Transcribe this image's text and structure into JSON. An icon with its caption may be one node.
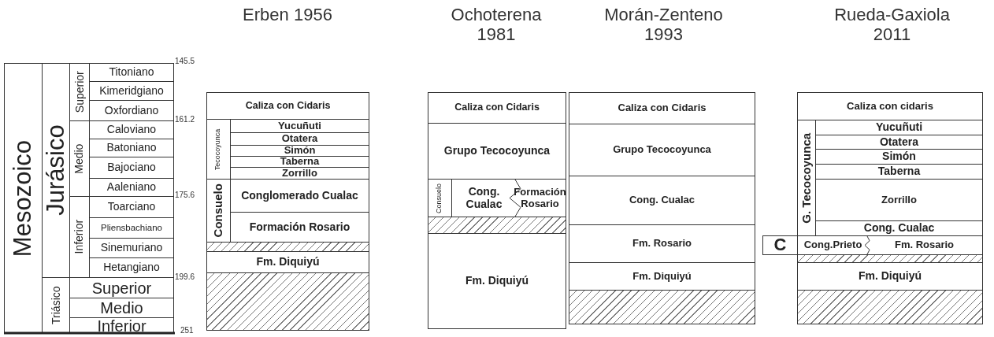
{
  "diagram": {
    "nodes": [
      {
        "text": [
          "Mesozoico"
        ]
      },
      {
        "text": [
          "Jurásico"
        ]
      },
      {
        "text": [
          "Superior"
        ]
      },
      {
        "text": [
          "Medio"
        ]
      },
      {
        "text": [
          "Inferior"
        ]
      },
      {
        "text": [
          "Titoniano"
        ]
      },
      {
        "text": [
          "Kimeridgiano"
        ]
      },
      {
        "text": [
          "Oxfordiano"
        ]
      },
      {
        "text": [
          "Caloviano"
        ]
      },
      {
        "text": [
          "Batoniano"
        ]
      },
      {
        "text": [
          "Bajociano"
        ]
      },
      {
        "text": [
          "Aaleniano"
        ]
      },
      {
        "text": [
          "Toarciano"
        ]
      },
      {
        "text": [
          "Pliensbachiano"
        ]
      },
      {
        "text": [
          "Sinemuriano"
        ]
      },
      {
        "text": [
          "Hetangiano"
        ]
      },
      {
        "text": [
          "Triásico"
        ]
      },
      {
        "text": [
          "Superior"
        ]
      },
      {
        "text": [
          "Medio"
        ]
      },
      {
        "text": [
          "Inferior"
        ]
      },
      {
        "text": [
          "Caliza con Cidaris"
        ]
      },
      {
        "text": [
          "Tecocoyunca"
        ]
      },
      {
        "text": [
          "Yucuñuti"
        ]
      },
      {
        "text": [
          "Otatera"
        ]
      },
      {
        "text": [
          "Simón"
        ]
      },
      {
        "text": [
          "Taberna"
        ]
      },
      {
        "text": [
          "Zorrillo"
        ]
      },
      {
        "text": [
          "Consuelo"
        ]
      },
      {
        "text": [
          "Conglomerado Cualac"
        ]
      },
      {
        "text": [
          "Formación Rosario"
        ]
      },
      {
        "text": [],
        "shape": "box"
      },
      {
        "text": [
          "Fm. Diquiyú"
        ]
      },
      {
        "text": [],
        "shape": "box"
      },
      {
        "text": [
          "Caliza con Cidaris"
        ]
      },
      {
        "text": [
          "Grupo Tecocoyunca"
        ]
      },
      {
        "text": [
          "Consuelo"
        ]
      },
      {
        "text": [
          "Cong. Cualac"
        ]
      },
      {
        "text": [
          "Formación Rosario"
        ]
      },
      {
        "text": [],
        "shape": "box"
      },
      {
        "text": [
          "Fm. Diquiyú"
        ]
      },
      {
        "text": [
          "Caliza con Cidaris"
        ]
      },
      {
        "text": [
          "Grupo Tecocoyunca"
        ]
      },
      {
        "text": [
          "Cong. Cualac"
        ]
      },
      {
        "text": [
          "Fm. Rosario"
        ]
      },
      {
        "text": [
          "Fm. Diquiyú"
        ]
      },
      {
        "text": [],
        "shape": "box"
      },
      {
        "text": [
          "Caliza con cidaris"
        ]
      },
      {
        "text": [
          "G. Tecocoyunca"
        ]
      },
      {
        "text": [
          "Yucuñuti"
        ]
      },
      {
        "text": [
          "Otatera"
        ]
      },
      {
        "text": [
          "Simón"
        ]
      },
      {
        "text": [
          "Taberna"
        ]
      },
      {
        "text": [
          "Zorrillo"
        ]
      },
      {
        "text": [
          "Cong. Cualac"
        ]
      },
      {
        "text": [
          "C"
        ]
      },
      {
        "text": [
          "Cong.Prieto"
        ]
      },
      {
        "text": [
          "Fm. Rosario"
        ]
      },
      {
        "text": [],
        "shape": "box"
      },
      {
        "text": [
          "Fm. Diquiyú"
        ]
      },
      {
        "text": [],
        "shape": "box"
      }
    ],
    "labels": [
      "Erben 1956",
      "Ochoterena 1981",
      "Morán-Zenteno 1993",
      "Rueda-Gaxiola 2011",
      "145.5",
      "161.2",
      "175.6",
      "199.6",
      "251"
    ]
  }
}
